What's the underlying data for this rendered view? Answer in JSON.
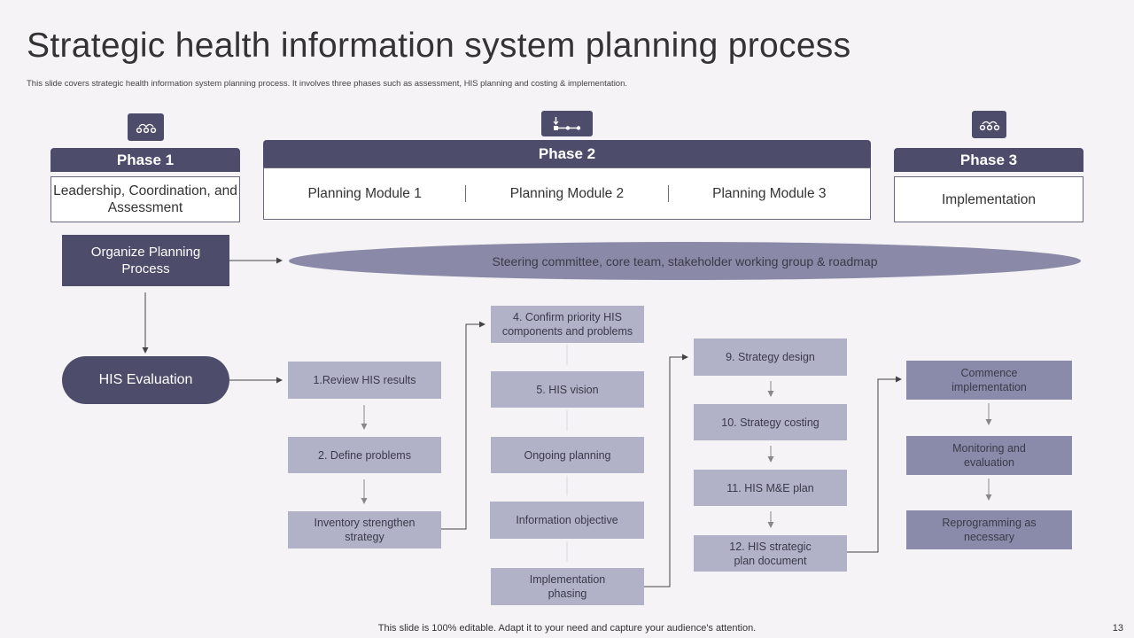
{
  "title": "Strategic health information system planning process",
  "subtitle": "This slide covers strategic health information system planning process. It involves three phases such as assessment, HIS planning and costing & implementation.",
  "phases": [
    {
      "label": "Phase 1",
      "body": "Leadership, Coordination, and Assessment",
      "icon": "people-group-icon"
    },
    {
      "label": "Phase 2",
      "modules": [
        "Planning Module 1",
        "Planning Module 2",
        "Planning Module 3"
      ],
      "icon": "process-flow-icon"
    },
    {
      "label": "Phase 3",
      "body": "Implementation",
      "icon": "people-group-icon"
    }
  ],
  "organize": "Organize Planning Process",
  "steering": "Steering committee, core team, stakeholder working group & roadmap",
  "his_evaluation": "HIS Evaluation",
  "col1": [
    "1.Review  HIS results",
    "2. Define  problems",
    "Inventory strengthen strategy"
  ],
  "col2": [
    "4. Confirm  priority HIS components and problems",
    "5. HIS vision",
    "Ongoing  planning",
    "Information  objective",
    "Implementation phasing"
  ],
  "col3": [
    "9. Strategy design",
    "10. Strategy costing",
    "11. HIS M&E plan",
    "12. HIS strategic plan document"
  ],
  "col4": [
    "Commence implementation",
    "Monitoring and evaluation",
    "Reprogramming as necessary"
  ],
  "footer": "This slide is 100% editable. Adapt it to your need and capture your audience's attention.",
  "page_number": "13",
  "colors": {
    "primary": "#4d4c6a",
    "step": "#b1b1c8",
    "step_dark": "#8a8aaa",
    "ellipse": "#8a8aa8"
  }
}
